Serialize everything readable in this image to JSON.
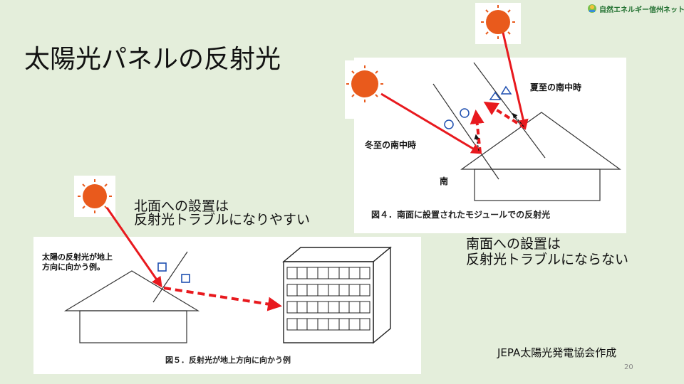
{
  "slide": {
    "title": "太陽光パネルの反射光",
    "logo_text": "自然エネルギー信州ネット",
    "credit": "JEPA太陽光発電協会作成",
    "page_number": "20"
  },
  "figure4": {
    "label_summer": "夏至の南中時",
    "label_winter": "冬至の南中時",
    "label_south": "南",
    "caption": "図４．南面に設置されたモジュールでの反射光"
  },
  "figure5": {
    "note_line1": "太陽の反射光が地上",
    "note_line2": "方向に向かう例。",
    "caption": "図５．反射光が地上方向に向かう例"
  },
  "notes": {
    "north_line1": "北面への設置は",
    "north_line2": "反射光トラブルになりやすい",
    "south_line1": "南面への設置は",
    "south_line2": "反射光トラブルにならない"
  },
  "colors": {
    "background": "#e4eedb",
    "arrow_red": "#e8191e",
    "sun_orange": "#e95a1c",
    "marker_blue": "#1e4fb0"
  }
}
